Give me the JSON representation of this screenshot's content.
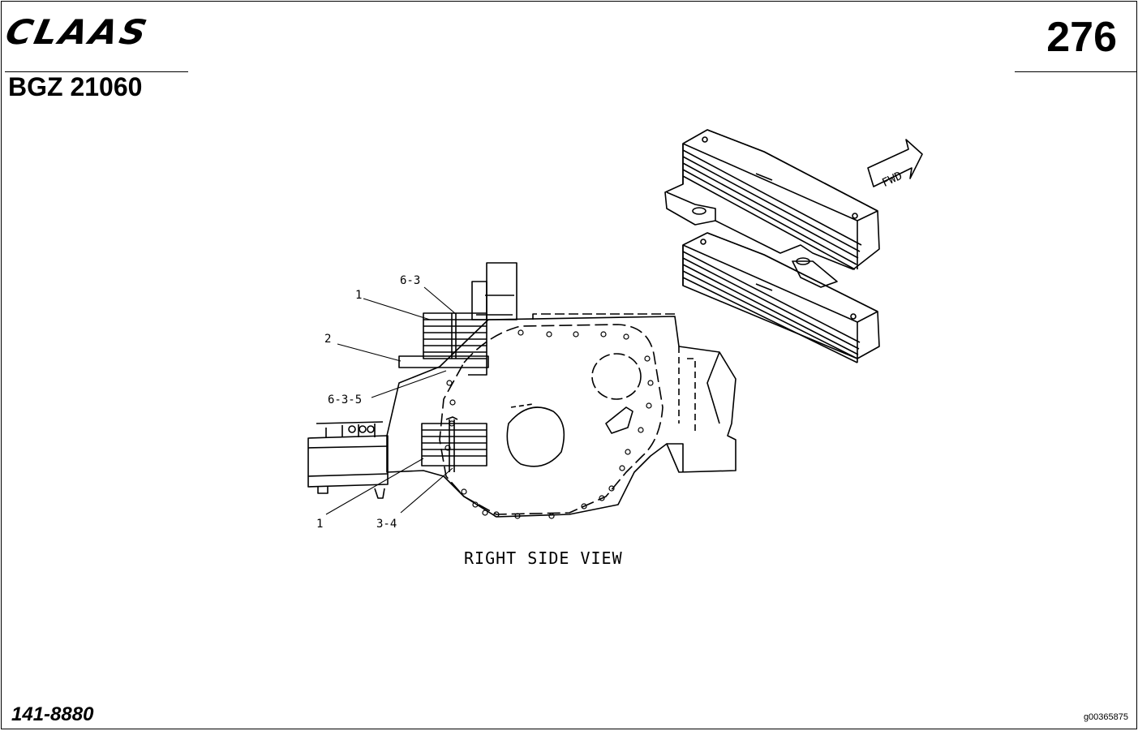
{
  "header": {
    "brand": "CLAAS",
    "doc_code": "BGZ 21060",
    "page_number": "276"
  },
  "footer": {
    "part_number": "141-8880",
    "image_id": "g00365875"
  },
  "drawing": {
    "view_caption": "RIGHT SIDE VIEW",
    "direction_label": "FWD",
    "callouts": [
      "1",
      "6-3",
      "2",
      "6-3-5",
      "1",
      "3-4"
    ]
  }
}
